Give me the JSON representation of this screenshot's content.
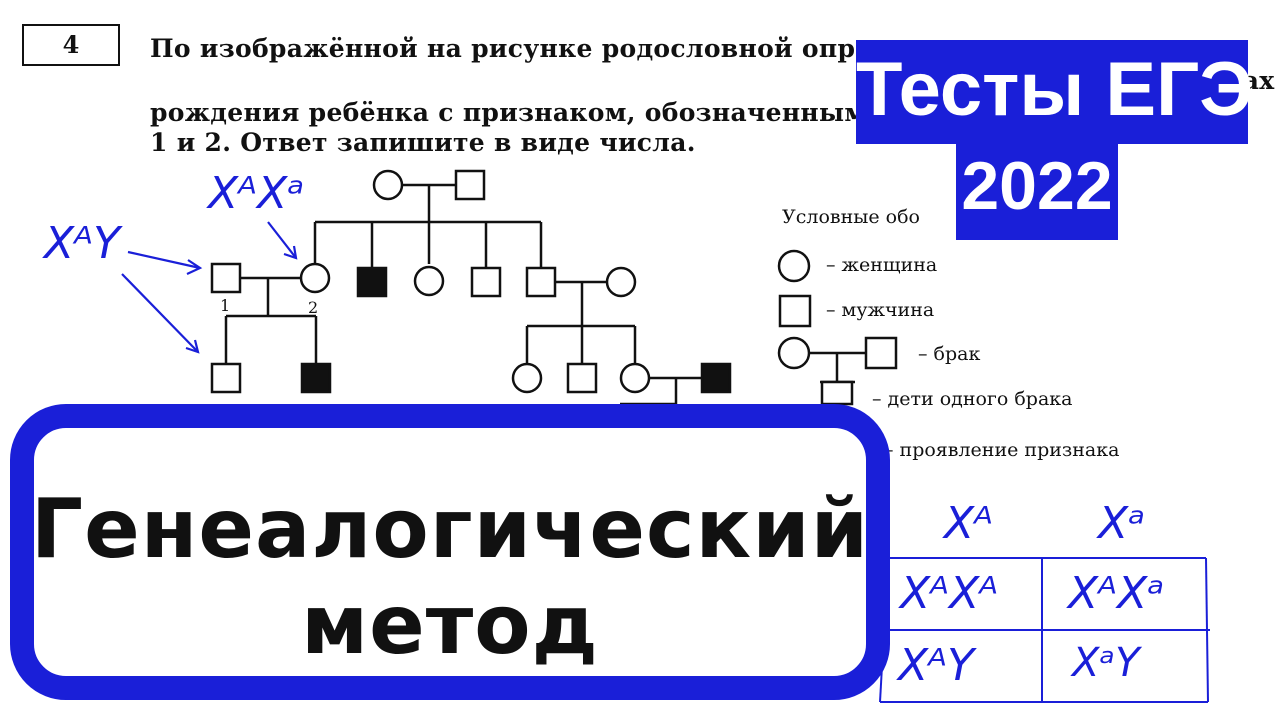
{
  "question": {
    "number": "4",
    "line1": "По изображённой на рисунке родословной определ",
    "line1_right": "процентах",
    "line2": "рождения ребёнка с признаком, обозначенным",
    "line3": "1 и 2. Ответ запишите в виде числа."
  },
  "badge": {
    "line1": "Тесты ЕГЭ",
    "line2": "2022",
    "color": "#1a1fd8"
  },
  "legend": {
    "title": "Условные обо",
    "female": "– женщина",
    "male": "– мужчина",
    "marriage": "– брак",
    "children": "– дети одного брака",
    "trait": "– проявление признака"
  },
  "pedigree": {
    "label_1": "1",
    "label_2": "2"
  },
  "annotations": {
    "mother_genotype": "XᴬXᵃ",
    "father_genotype": "XᴬY"
  },
  "punnett": {
    "header_1": "Xᴬ",
    "header_2": "Xᵃ",
    "cell_11": "XᴬXᴬ",
    "cell_12": "XᴬXᵃ",
    "cell_21": "XᴬY",
    "cell_22": "XᵃY"
  },
  "banner": {
    "line1": "Генеалогический",
    "line2": "метод",
    "color": "#1a1fd8"
  }
}
